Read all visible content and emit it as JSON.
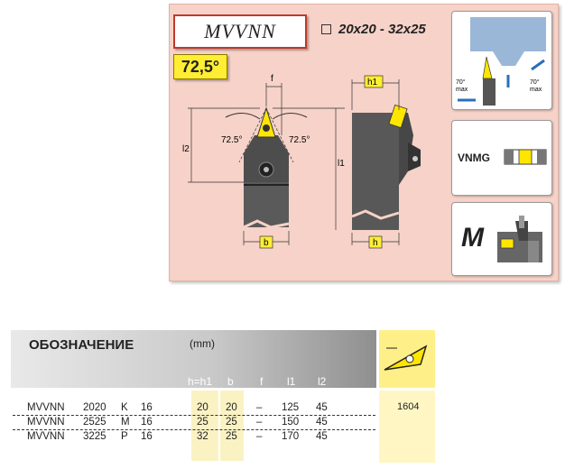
{
  "header": {
    "model": "MVVNN",
    "size_range": "20x20 - 32x25",
    "angle": "72,5°"
  },
  "drawing": {
    "dim_f": "f",
    "dim_l2": "l2",
    "dim_l1": "l1",
    "dim_b": "b",
    "dim_h": "h",
    "dim_h1": "h1",
    "angle_left": "72.5°",
    "angle_right": "72.5°"
  },
  "side_panels": {
    "approach_left": "70°",
    "approach_left_sub": "max",
    "approach_right": "70°",
    "approach_right_sub": "max",
    "insert_code": "VNMG",
    "clamp_code": "M"
  },
  "table": {
    "title": "ОБОЗНАЧЕНИЕ",
    "unit": "(mm)",
    "columns": [
      "h=h1",
      "b",
      "f",
      "l1",
      "l2"
    ],
    "insert_ref": "1604",
    "rows": [
      {
        "designation": "MVVNN",
        "size": "2020",
        "letter": "K",
        "num": "16",
        "h": "20",
        "b": "20",
        "f": "–",
        "l1": "125",
        "l2": "45"
      },
      {
        "designation": "MVVNN",
        "size": "2525",
        "letter": "M",
        "num": "16",
        "h": "25",
        "b": "25",
        "f": "–",
        "l1": "150",
        "l2": "45"
      },
      {
        "designation": "MVVNN",
        "size": "3225",
        "letter": "P",
        "num": "16",
        "h": "32",
        "b": "25",
        "f": "–",
        "l1": "170",
        "l2": "45"
      }
    ]
  },
  "colors": {
    "panel": "#f6d2c8",
    "badge": "#ffee33",
    "insert": "#ffe600",
    "title_border": "#c0392b"
  }
}
